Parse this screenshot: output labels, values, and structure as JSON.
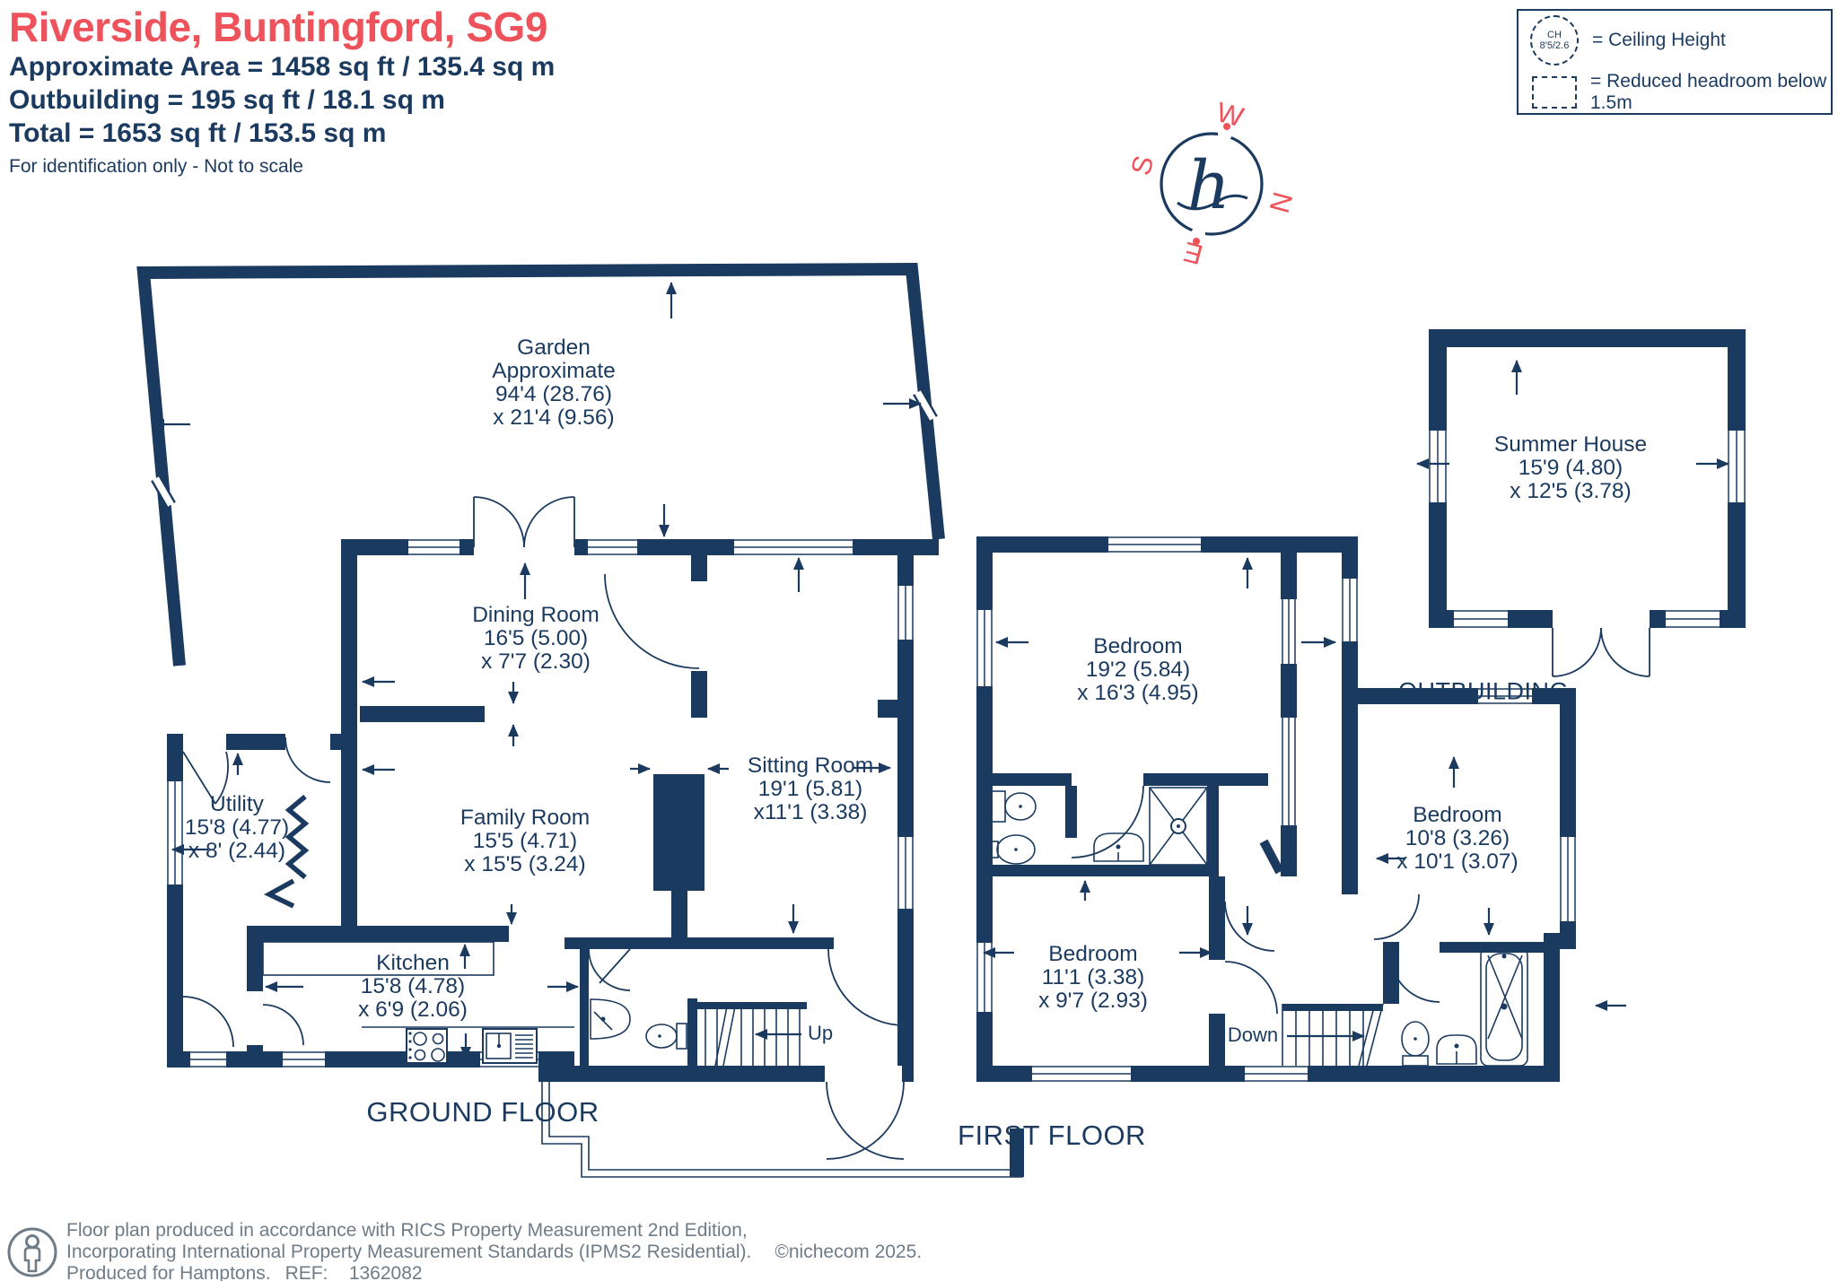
{
  "header": {
    "title": "Riverside, Buntingford, SG9",
    "area_line1": "Approximate Area = 1458 sq ft / 135.4 sq m",
    "area_line2": "Outbuilding = 195 sq ft / 18.1 sq m",
    "area_line3": "Total = 1653 sq ft / 153.5 sq m",
    "disclaimer": "For identification only - Not to scale"
  },
  "legend": {
    "ch_abbr": "CH",
    "ch_value": "8'5/2.6",
    "ceiling_label": "= Ceiling Height",
    "headroom_label": "= Reduced headroom below 1.5m"
  },
  "compass": {
    "w": "W",
    "n": "N",
    "e": "E",
    "s": "S",
    "logo": "h"
  },
  "floors": {
    "ground": {
      "label": "GROUND FLOOR",
      "stairs_label": "Up",
      "rooms": [
        {
          "name": "Garden",
          "line2": "Approximate",
          "dim1": "94'4 (28.76)",
          "dim2": "x 21'4 (9.56)"
        },
        {
          "name": "Dining Room",
          "dim1": "16'5 (5.00)",
          "dim2": "x 7'7 (2.30)"
        },
        {
          "name": "Sitting Room",
          "dim1": "19'1 (5.81)",
          "dim2": "x11'1 (3.38)"
        },
        {
          "name": "Family Room",
          "dim1": "15'5 (4.71)",
          "dim2": "x 15'5 (3.24)"
        },
        {
          "name": "Utility",
          "dim1": "15'8 (4.77)",
          "dim2": "x 8' (2.44)"
        },
        {
          "name": "Kitchen",
          "dim1": "15'8 (4.78)",
          "dim2": "x 6'9 (2.06)"
        }
      ]
    },
    "first": {
      "label": "FIRST FLOOR",
      "stairs_label": "Down",
      "rooms": [
        {
          "name": "Bedroom",
          "dim1": "19'2 (5.84)",
          "dim2": "x 16'3 (4.95)"
        },
        {
          "name": "Bedroom",
          "dim1": "11'1 (3.38)",
          "dim2": "x 9'7 (2.93)"
        },
        {
          "name": "Bedroom",
          "dim1": "10'8 (3.26)",
          "dim2": "x 10'1 (3.07)"
        }
      ]
    },
    "outbuilding": {
      "label": "OUTBUILDING",
      "rooms": [
        {
          "name": "Summer House",
          "dim1": "15'9 (4.80)",
          "dim2": "x 12'5 (3.78)"
        }
      ]
    }
  },
  "footer": {
    "line1": "Floor plan produced in accordance with RICS Property Measurement 2nd Edition,",
    "line2": "Incorporating International Property Measurement Standards (IPMS2 Residential).",
    "copyright": "©nichecom 2025.",
    "line3a": "Produced for Hamptons.",
    "ref_label": "REF:",
    "ref_value": "1362082"
  },
  "icons": {
    "compass": "compass-rose",
    "footer_person": "person-badge",
    "legend_ceiling": "dashed-circle",
    "legend_headroom": "dashed-rect"
  },
  "colors": {
    "navy": "#1b3a5f",
    "coral": "#ee525b",
    "footer_gray": "#6f7c87"
  }
}
